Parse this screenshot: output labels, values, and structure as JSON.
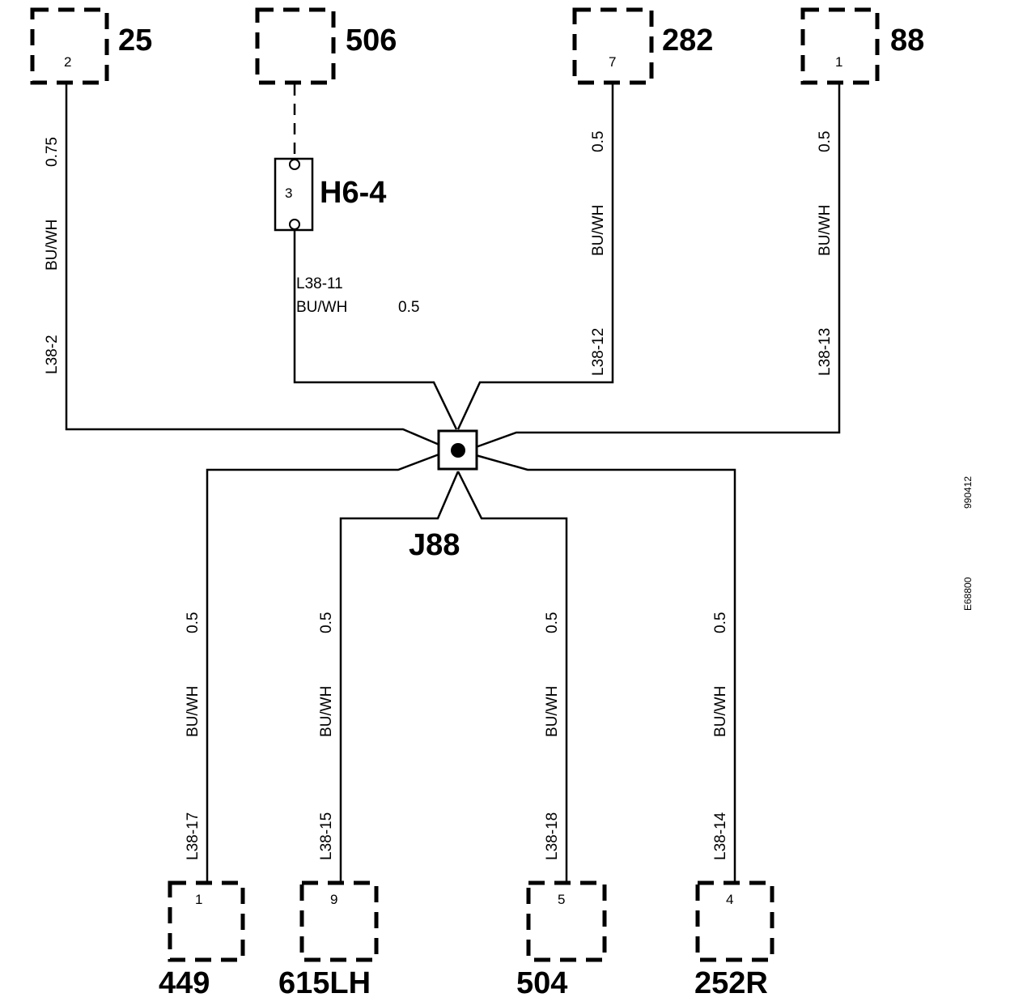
{
  "top_connectors": [
    {
      "id": "25",
      "pin": "2"
    },
    {
      "id": "506"
    },
    {
      "id": "282",
      "pin": "7"
    },
    {
      "id": "88",
      "pin": "1"
    }
  ],
  "bottom_connectors": [
    {
      "id": "449",
      "pin": "1"
    },
    {
      "id": "615LH",
      "pin": "9"
    },
    {
      "id": "504",
      "pin": "5"
    },
    {
      "id": "252R",
      "pin": "4"
    }
  ],
  "inline_connector": {
    "id": "H6-4",
    "pin": "3"
  },
  "splice": {
    "id": "J88"
  },
  "wires": {
    "w25": {
      "size": "0.75",
      "color": "BU/WH",
      "circuit": "L38-2"
    },
    "w506": {
      "circuit": "L38-11",
      "color": "BU/WH",
      "size": "0.5"
    },
    "w282": {
      "size": "0.5",
      "color": "BU/WH",
      "circuit": "L38-12"
    },
    "w88": {
      "size": "0.5",
      "color": "BU/WH",
      "circuit": "L38-13"
    },
    "w449": {
      "size": "0.5",
      "color": "BU/WH",
      "circuit": "L38-17"
    },
    "w615": {
      "size": "0.5",
      "color": "BU/WH",
      "circuit": "L38-15"
    },
    "w504": {
      "size": "0.5",
      "color": "BU/WH",
      "circuit": "L38-18"
    },
    "w252": {
      "size": "0.5",
      "color": "BU/WH",
      "circuit": "L38-14"
    }
  },
  "margin_codes": [
    "990412",
    "E68800"
  ]
}
